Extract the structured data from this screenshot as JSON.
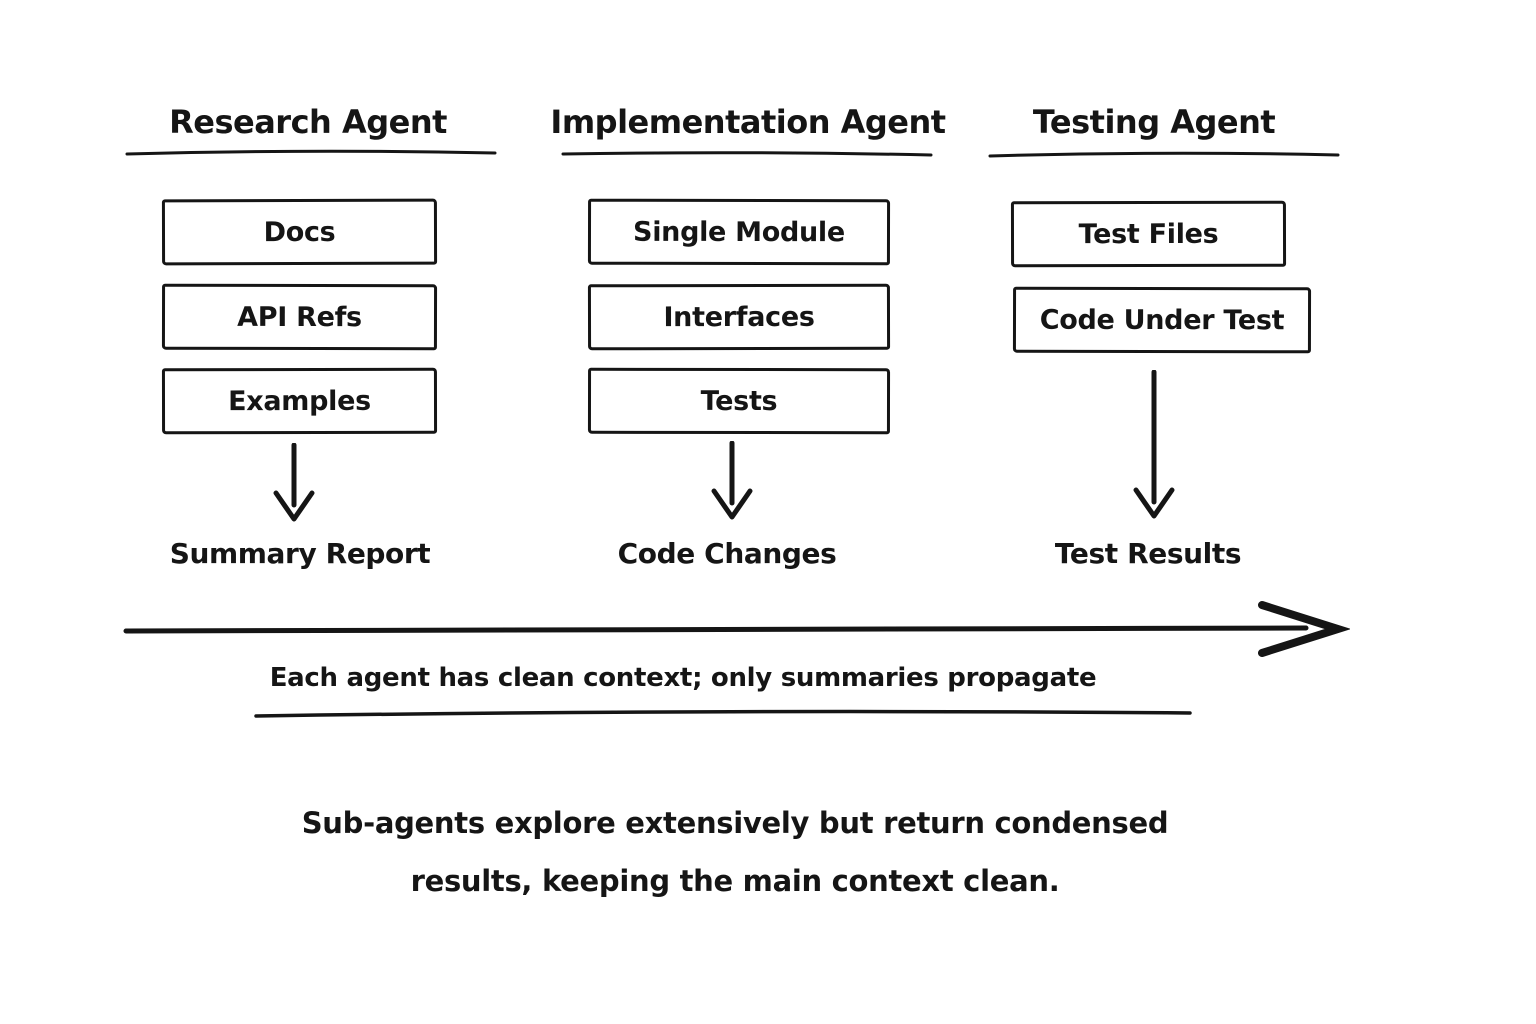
{
  "colors": {
    "ink": "#151515",
    "background": "#ffffff"
  },
  "columns": [
    {
      "title": "Research Agent",
      "boxes": [
        "Docs",
        "API Refs",
        "Examples"
      ],
      "output": "Summary Report"
    },
    {
      "title": "Implementation Agent",
      "boxes": [
        "Single Module",
        "Interfaces",
        "Tests"
      ],
      "output": "Code Changes"
    },
    {
      "title": "Testing Agent",
      "boxes": [
        "Test Files",
        "Code Under Test"
      ],
      "output": "Test Results"
    }
  ],
  "timeline": {
    "caption": "Each agent has clean context; only summaries propagate"
  },
  "footer": {
    "line1": "Sub-agents explore extensively but return condensed",
    "line2": "results, keeping the main context clean."
  }
}
